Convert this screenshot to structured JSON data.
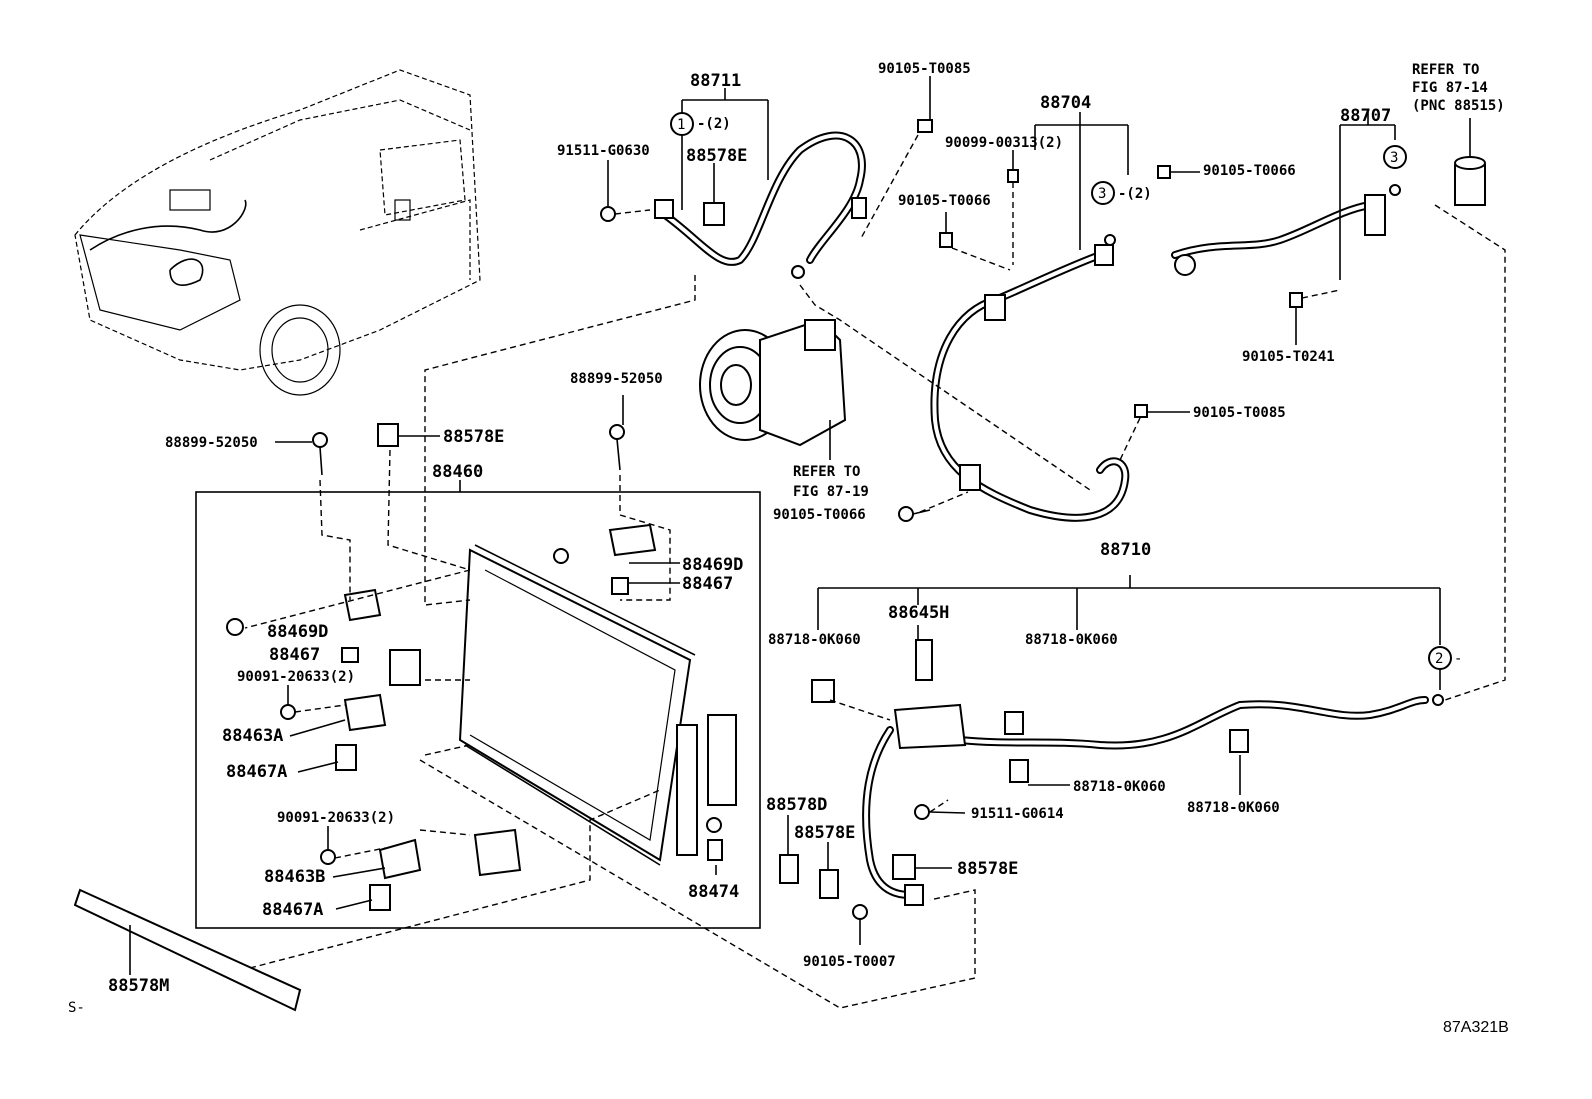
{
  "labels": {
    "p88711": "88711",
    "p90105_T0085_top": "90105-T0085",
    "p88704": "88704",
    "refer_fig_87_14_line1": "REFER TO",
    "refer_fig_87_14_line2": "FIG 87-14",
    "refer_fig_87_14_line3": "(PNC 88515)",
    "p88707": "88707",
    "p91511_G0630": "91511-G0630",
    "p88578E_top": "88578E",
    "circle1_qty": "-(2)",
    "p90099_00313": "90099-00313(2)",
    "circle3_qty": "-(2)",
    "p90105_T0066_right": "90105-T0066",
    "p90105_T0066_mid": "90105-T0066",
    "p90105_T0241": "90105-T0241",
    "p88899_52050_mid": "88899-52050",
    "p90105_T0085_right": "90105-T0085",
    "p88899_52050_left": "88899-52050",
    "p88578E_left": "88578E",
    "p88460": "88460",
    "refer_fig_87_19_line1": "REFER TO",
    "refer_fig_87_19_line2": "FIG 87-19",
    "p90105_T0066_low": "90105-T0066",
    "p88710": "88710",
    "p88469D_right": "88469D",
    "p88467_right": "88467",
    "p88645H": "88645H",
    "p88718_0K060_a": "88718-0K060",
    "p88718_0K060_b": "88718-0K060",
    "p88469D_left": "88469D",
    "p88467_left": "88467",
    "p90091_20633_top": "90091-20633(2)",
    "p88463A": "88463A",
    "p88467A_top": "88467A",
    "p88718_0K060_c": "88718-0K060",
    "p88718_0K060_d": "88718-0K060",
    "p88578D": "88578D",
    "p91511_G0614": "91511-G0614",
    "p88578E_mid": "88578E",
    "p88578E_right": "88578E",
    "p90091_20633_bot": "90091-20633(2)",
    "p88463B": "88463B",
    "p88467A_bot": "88467A",
    "p88474": "88474",
    "p90105_T0007": "90105-T0007",
    "p88578M": "88578M",
    "s_mark": "S-",
    "figure_code": "87A321B",
    "circle1": "1",
    "circle3a": "3",
    "circle3b": "3",
    "circle2": "2",
    "circle2_tail": "-"
  },
  "colors": {
    "ink": "#000000",
    "paper": "#ffffff"
  }
}
